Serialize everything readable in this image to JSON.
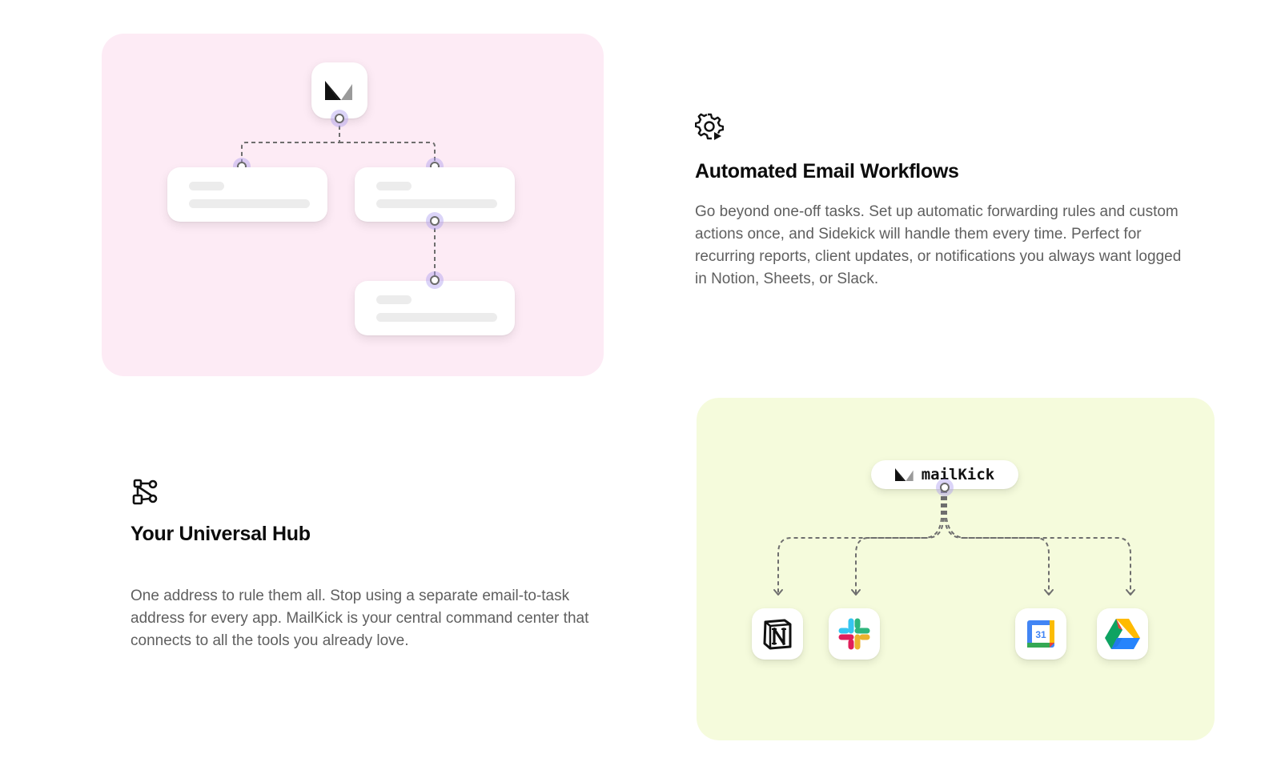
{
  "brand": {
    "name": "mailKick"
  },
  "features": {
    "workflows": {
      "icon": "gear-play-icon",
      "title": "Automated Email Workflows",
      "description": "Go beyond one-off tasks. Set up automatic forwarding rules and custom actions once, and Sidekick will handle them every time. Perfect for recurring reports, client updates, or notifications you always want logged in Notion, Sheets, or Slack."
    },
    "hub": {
      "icon": "hub-network-icon",
      "title": "Your Universal Hub",
      "description": "One address to rule them all. Stop using a separate email-to-task address for every app. MailKick is your central command center that connects to all the tools you already love."
    }
  },
  "integrations": {
    "apps": [
      {
        "icon": "notion-icon"
      },
      {
        "icon": "slack-icon"
      },
      {
        "icon": "google-calendar-icon",
        "text": "31"
      },
      {
        "icon": "google-drive-icon"
      }
    ]
  },
  "colors": {
    "workflow_panel_bg": "#fdebf5",
    "hub_panel_bg": "#f5fbdc",
    "node_halo": "#afa0f0",
    "body_text": "#5f5f5f",
    "heading_text": "#0c0c0c"
  }
}
